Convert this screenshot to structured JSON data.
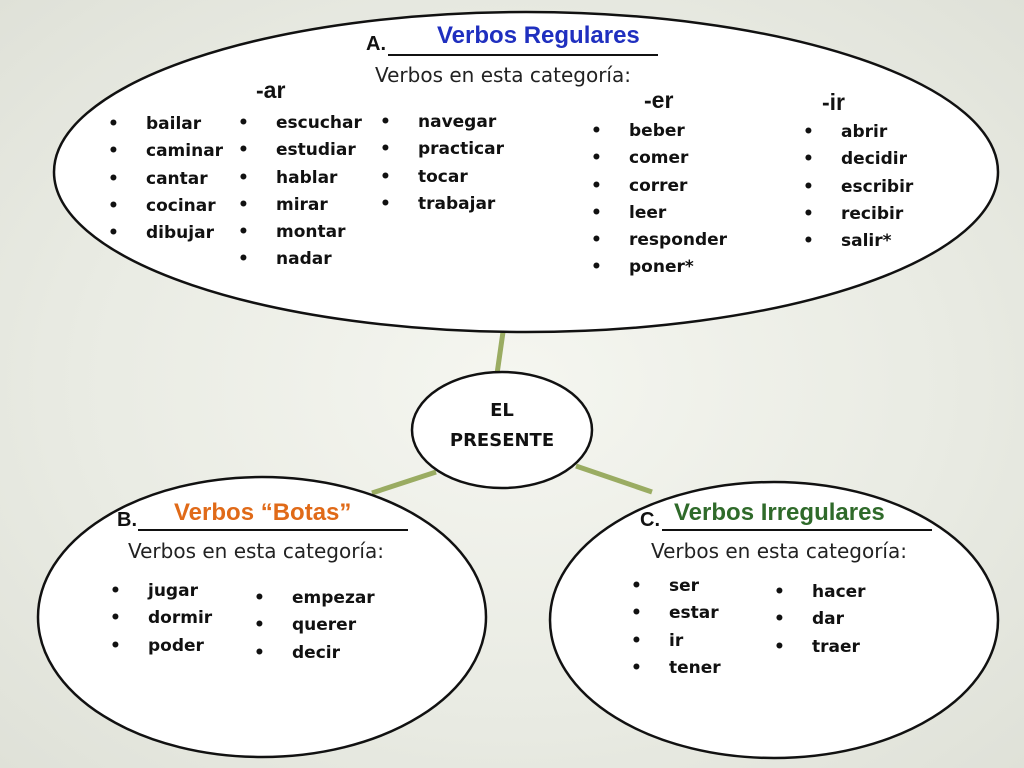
{
  "center": {
    "line1": "EL",
    "line2": "PRESENTE"
  },
  "regulares": {
    "letter": "A.",
    "title": "Verbos Regulares",
    "subtitle": "Verbos en esta categoría:",
    "groups": [
      {
        "label": "-ar",
        "columns": [
          [
            "bailar",
            "caminar",
            "cantar",
            "cocinar",
            "dibujar"
          ],
          [
            "escuchar",
            "estudiar",
            "hablar",
            "mirar",
            "montar",
            "nadar"
          ],
          [
            "navegar",
            "practicar",
            "tocar",
            "trabajar"
          ]
        ]
      },
      {
        "label": "-er",
        "columns": [
          [
            "beber",
            "comer",
            "correr",
            "leer",
            "responder",
            "poner*"
          ]
        ]
      },
      {
        "label": "-ir",
        "columns": [
          [
            "abrir",
            "decidir",
            "escribir",
            "recibir",
            "salir*"
          ]
        ]
      }
    ]
  },
  "botas": {
    "letter": "B.",
    "title": "Verbos “Botas”",
    "subtitle": "Verbos en esta categoría:",
    "columns": [
      [
        "jugar",
        "dormir",
        "poder"
      ],
      [
        "empezar",
        "querer",
        "decir"
      ]
    ]
  },
  "irregulares": {
    "letter": "C.",
    "title": "Verbos Irregulares",
    "subtitle": "Verbos en esta categoría:",
    "columns": [
      [
        "ser",
        "estar",
        "ir",
        "tener"
      ],
      [
        "hacer",
        "dar",
        "traer"
      ]
    ]
  },
  "colors": {
    "regulares_title": "#1f2fbf",
    "botas_title": "#e06a18",
    "irregulares_title": "#2f6a2a",
    "connector": "#9aac62",
    "ellipse_stroke": "#111111",
    "ellipse_fill": "#ffffff"
  }
}
